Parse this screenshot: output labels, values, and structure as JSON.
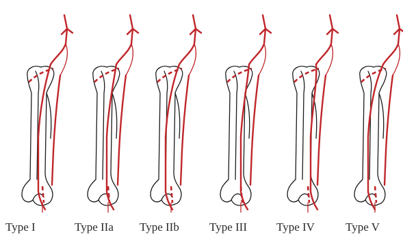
{
  "colors": {
    "artery": "#c0262a",
    "bone_outline": "#1a1a1a",
    "label": "#2a2a2a",
    "background": "#ffffff"
  },
  "variants": [
    {
      "label": "Type I"
    },
    {
      "label": "Type IIa"
    },
    {
      "label": "Type IIb"
    },
    {
      "label": "Type III"
    },
    {
      "label": "Type IV"
    },
    {
      "label": "Type V"
    }
  ]
}
